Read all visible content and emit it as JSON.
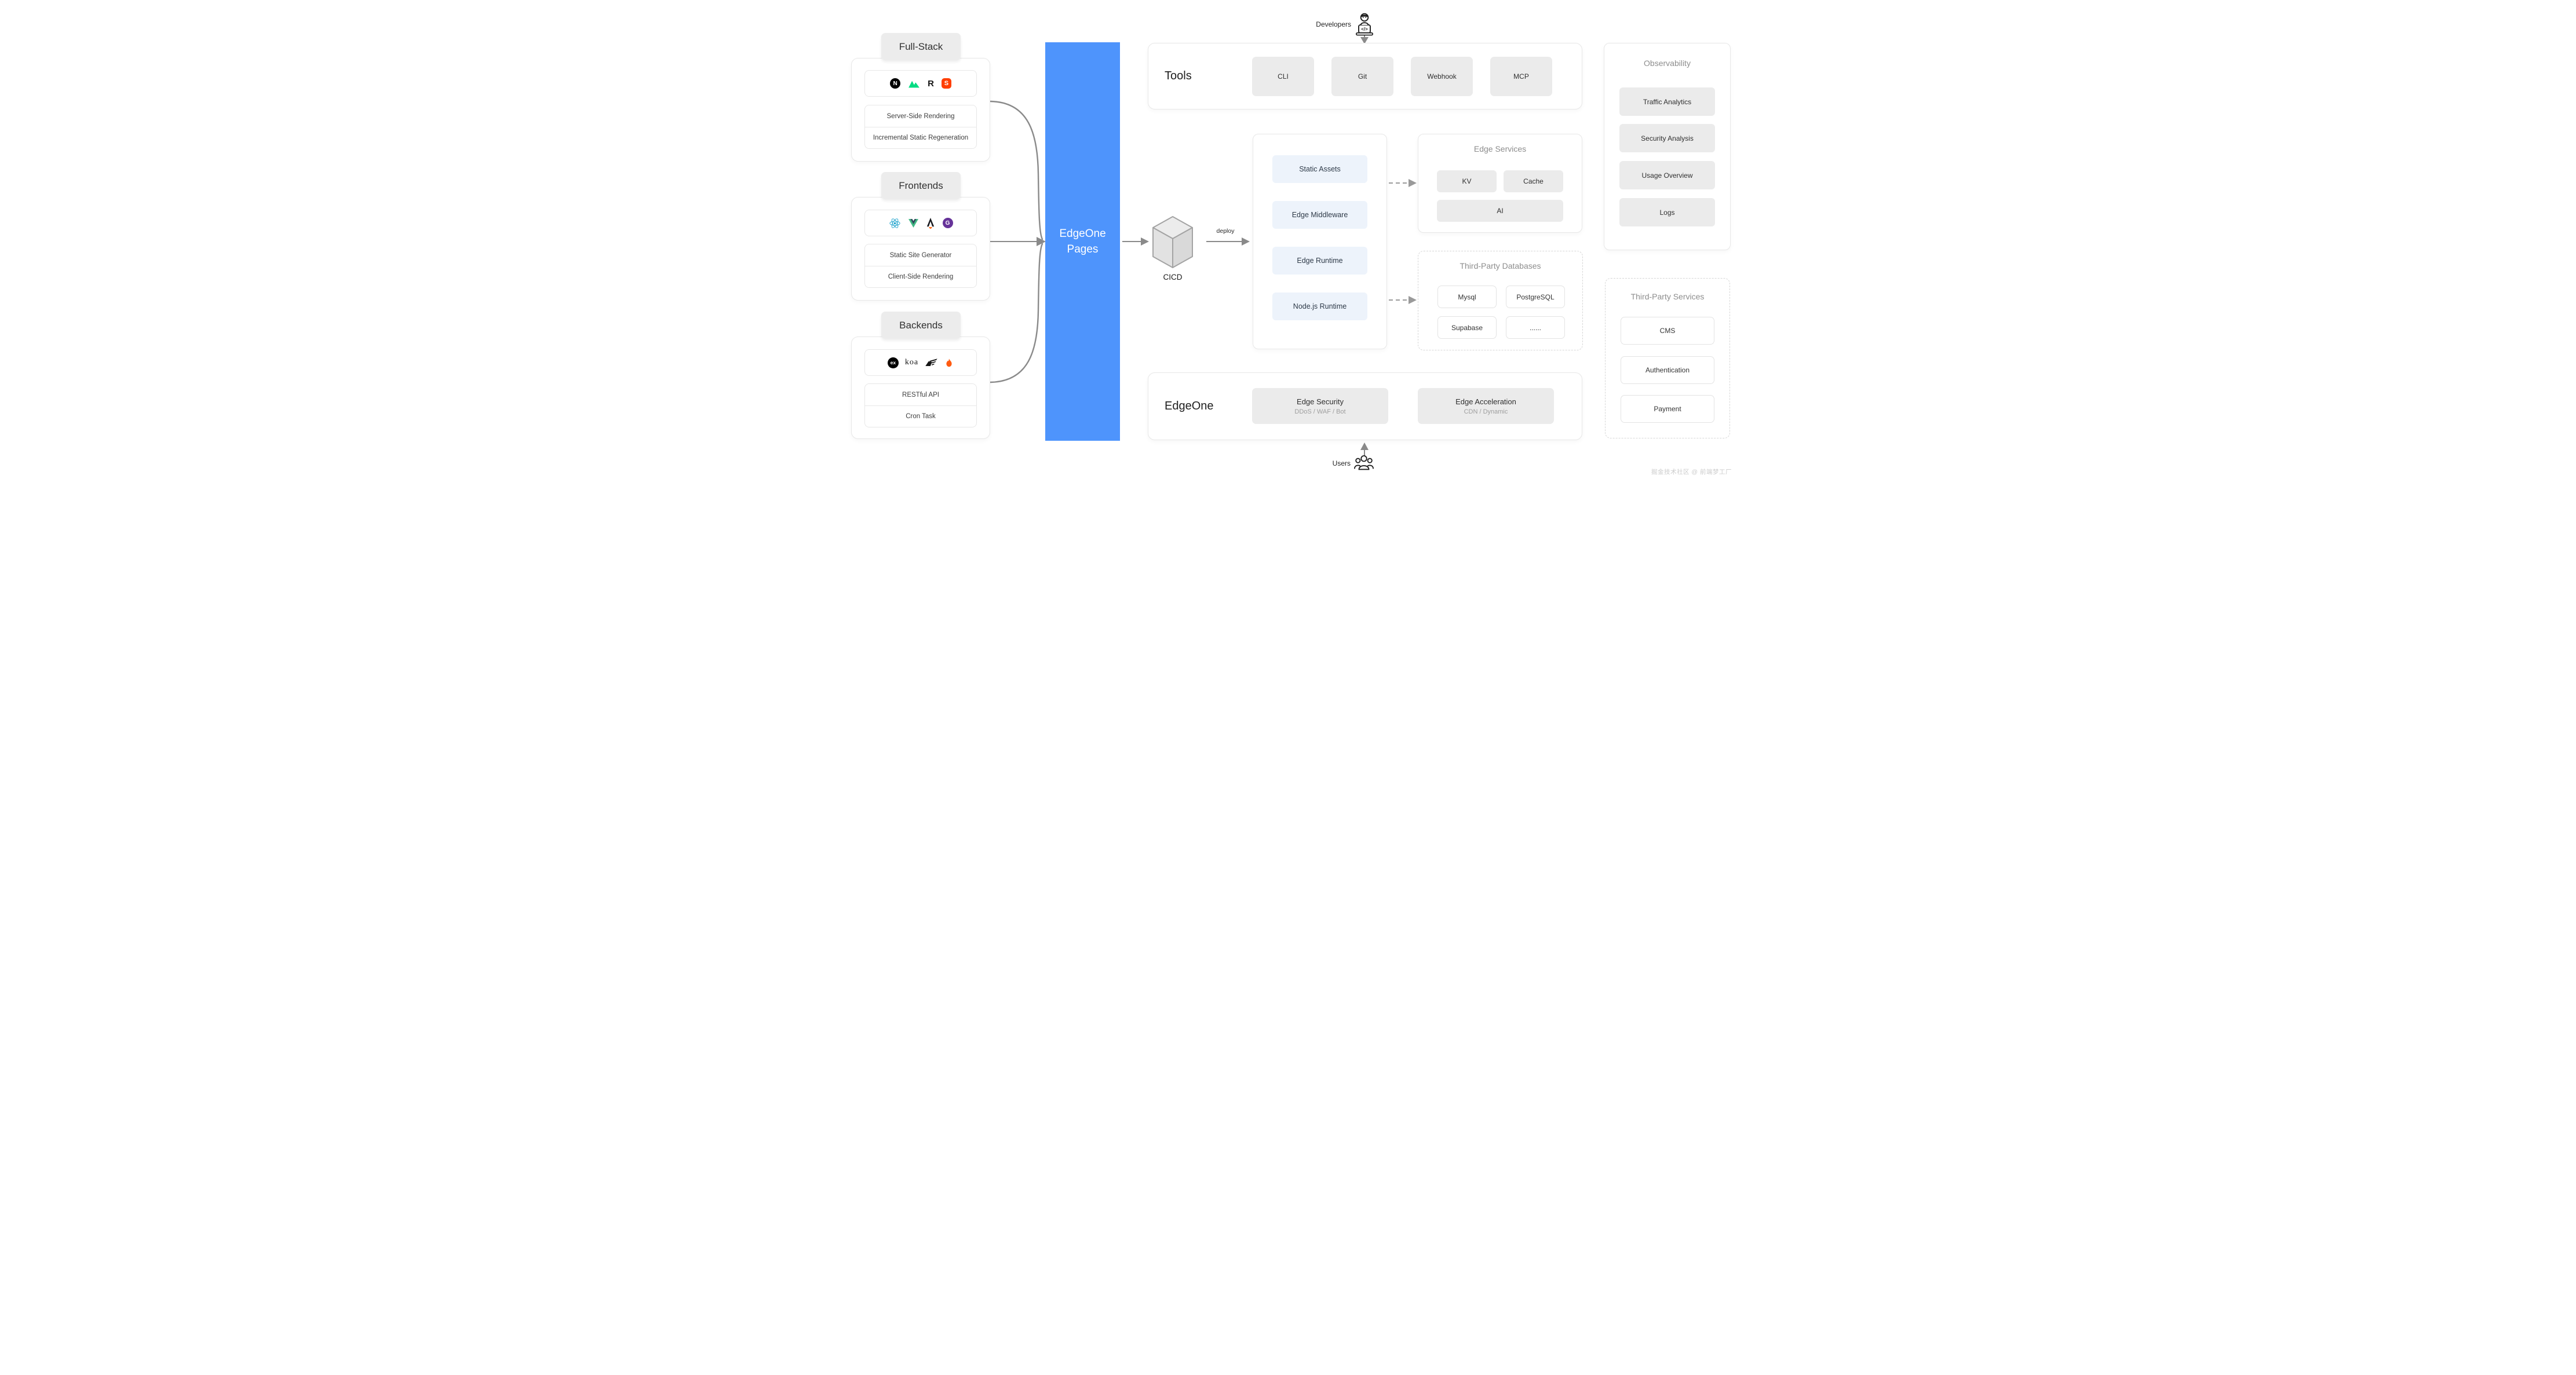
{
  "colors": {
    "blue": "#4E94FC",
    "ltblue": "#EDF3FB",
    "btn": "#EBEBEB",
    "border": "#E7E7E7",
    "dash": "#D6D6D6",
    "arrow": "#8A8A8A",
    "title": "#8D8D8D",
    "ink": "#2F2F2F",
    "sub": "#9E9E9E",
    "mark": "#CCCCCC",
    "brand_nextjs": "#000000",
    "brand_nuxt": "#00DC82",
    "brand_remix": "#121212",
    "brand_svelte": "#FF3E00",
    "brand_react": "#149ECA",
    "brand_vue": "#41B883",
    "brand_vue_dark": "#35495E",
    "brand_astro": "#17191E",
    "brand_astro_flame": "#FF5D01",
    "brand_gatsby": "#663399",
    "brand_express": "#000000",
    "brand_fastify": "#151515",
    "brand_hono": "#FF5B11"
  },
  "developers": {
    "label": "Developers"
  },
  "users": {
    "label": "Users"
  },
  "groups": {
    "fullstack": {
      "title": "Full-Stack",
      "icons": [
        "nextjs",
        "nuxt",
        "remix",
        "svelte"
      ],
      "items": [
        "Server-Side Rendering",
        "Incremental Static Regeneration"
      ]
    },
    "frontends": {
      "title": "Frontends",
      "icons": [
        "react",
        "vue",
        "astro",
        "gatsby"
      ],
      "items": [
        "Static Site Generator",
        "Client-Side Rendering"
      ]
    },
    "backends": {
      "title": "Backends",
      "icons": [
        "express",
        "koa",
        "fastify",
        "hono"
      ],
      "items": [
        "RESTful API",
        "Cron Task"
      ]
    }
  },
  "pages_box": {
    "line1": "EdgeOne",
    "line2": "Pages"
  },
  "cicd": {
    "label": "CICD"
  },
  "deploy": {
    "label": "deploy"
  },
  "tools": {
    "title": "Tools",
    "items": [
      "CLI",
      "Git",
      "Webhook",
      "MCP"
    ]
  },
  "runtime": {
    "items": [
      "Static Assets",
      "Edge Middleware",
      "Edge Runtime",
      "Node.js Runtime"
    ]
  },
  "edge_services": {
    "title": "Edge Services",
    "items": [
      "KV",
      "Cache",
      "AI"
    ]
  },
  "third_party_databases": {
    "title": "Third-Party Databases",
    "items": [
      "Mysql",
      "PostgreSQL",
      "Supabase",
      "......"
    ]
  },
  "observability": {
    "title": "Observability",
    "items": [
      "Traffic Analytics",
      "Security Analysis",
      "Usage Overview",
      "Logs"
    ]
  },
  "third_party_services": {
    "title": "Third-Party Services",
    "items": [
      "CMS",
      "Authentication",
      "Payment"
    ]
  },
  "edgeone": {
    "title": "EdgeOne",
    "cards": [
      {
        "title": "Edge Security",
        "subtitle": "DDoS / WAF / Bot"
      },
      {
        "title": "Edge Acceleration",
        "subtitle": "CDN / Dynamic"
      }
    ]
  },
  "watermark": "掘金技术社区 @ 前端梦工厂"
}
